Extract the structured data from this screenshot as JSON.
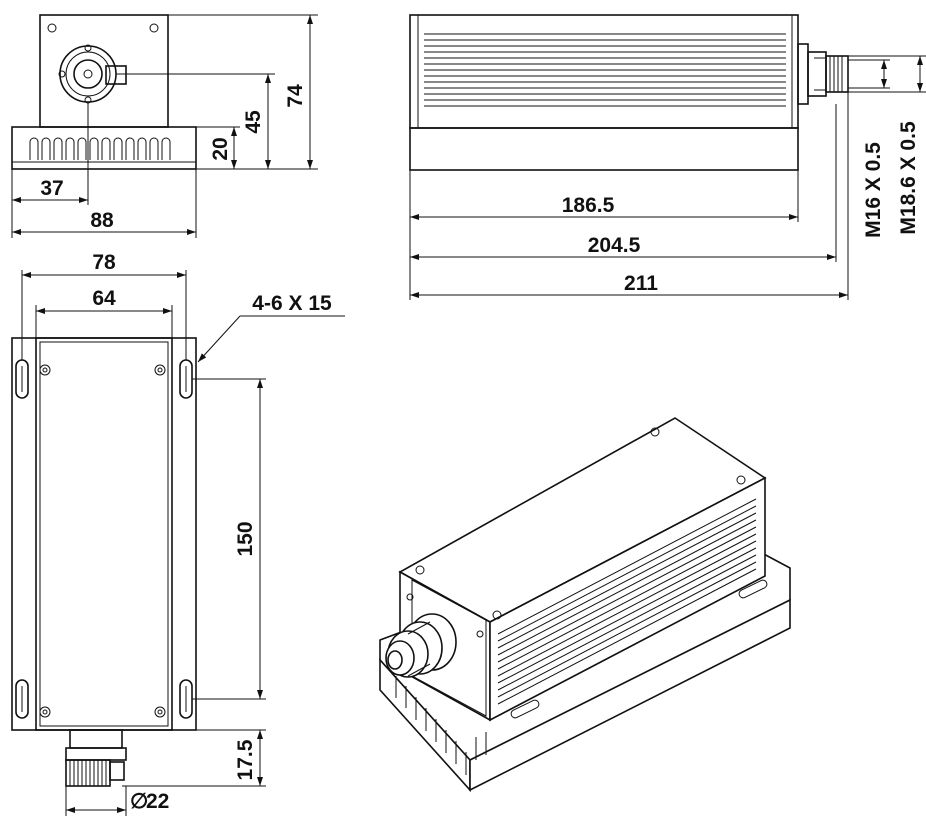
{
  "dims": {
    "front_height_74": "74",
    "front_axis_45": "45",
    "front_base_20": "20",
    "front_axis_37": "37",
    "front_width_88": "88",
    "side_186": "186.5",
    "side_204": "204.5",
    "side_211": "211",
    "thread_m16": "M16 X 0.5",
    "thread_m18": "M18.6 X 0.5",
    "top_width_78": "78",
    "top_width_64": "64",
    "holes": "4-6 X 15",
    "top_spacing_150": "150",
    "top_connector_17_5": "17.5",
    "connector_dia": "22",
    "dia_symbol": "∅"
  }
}
